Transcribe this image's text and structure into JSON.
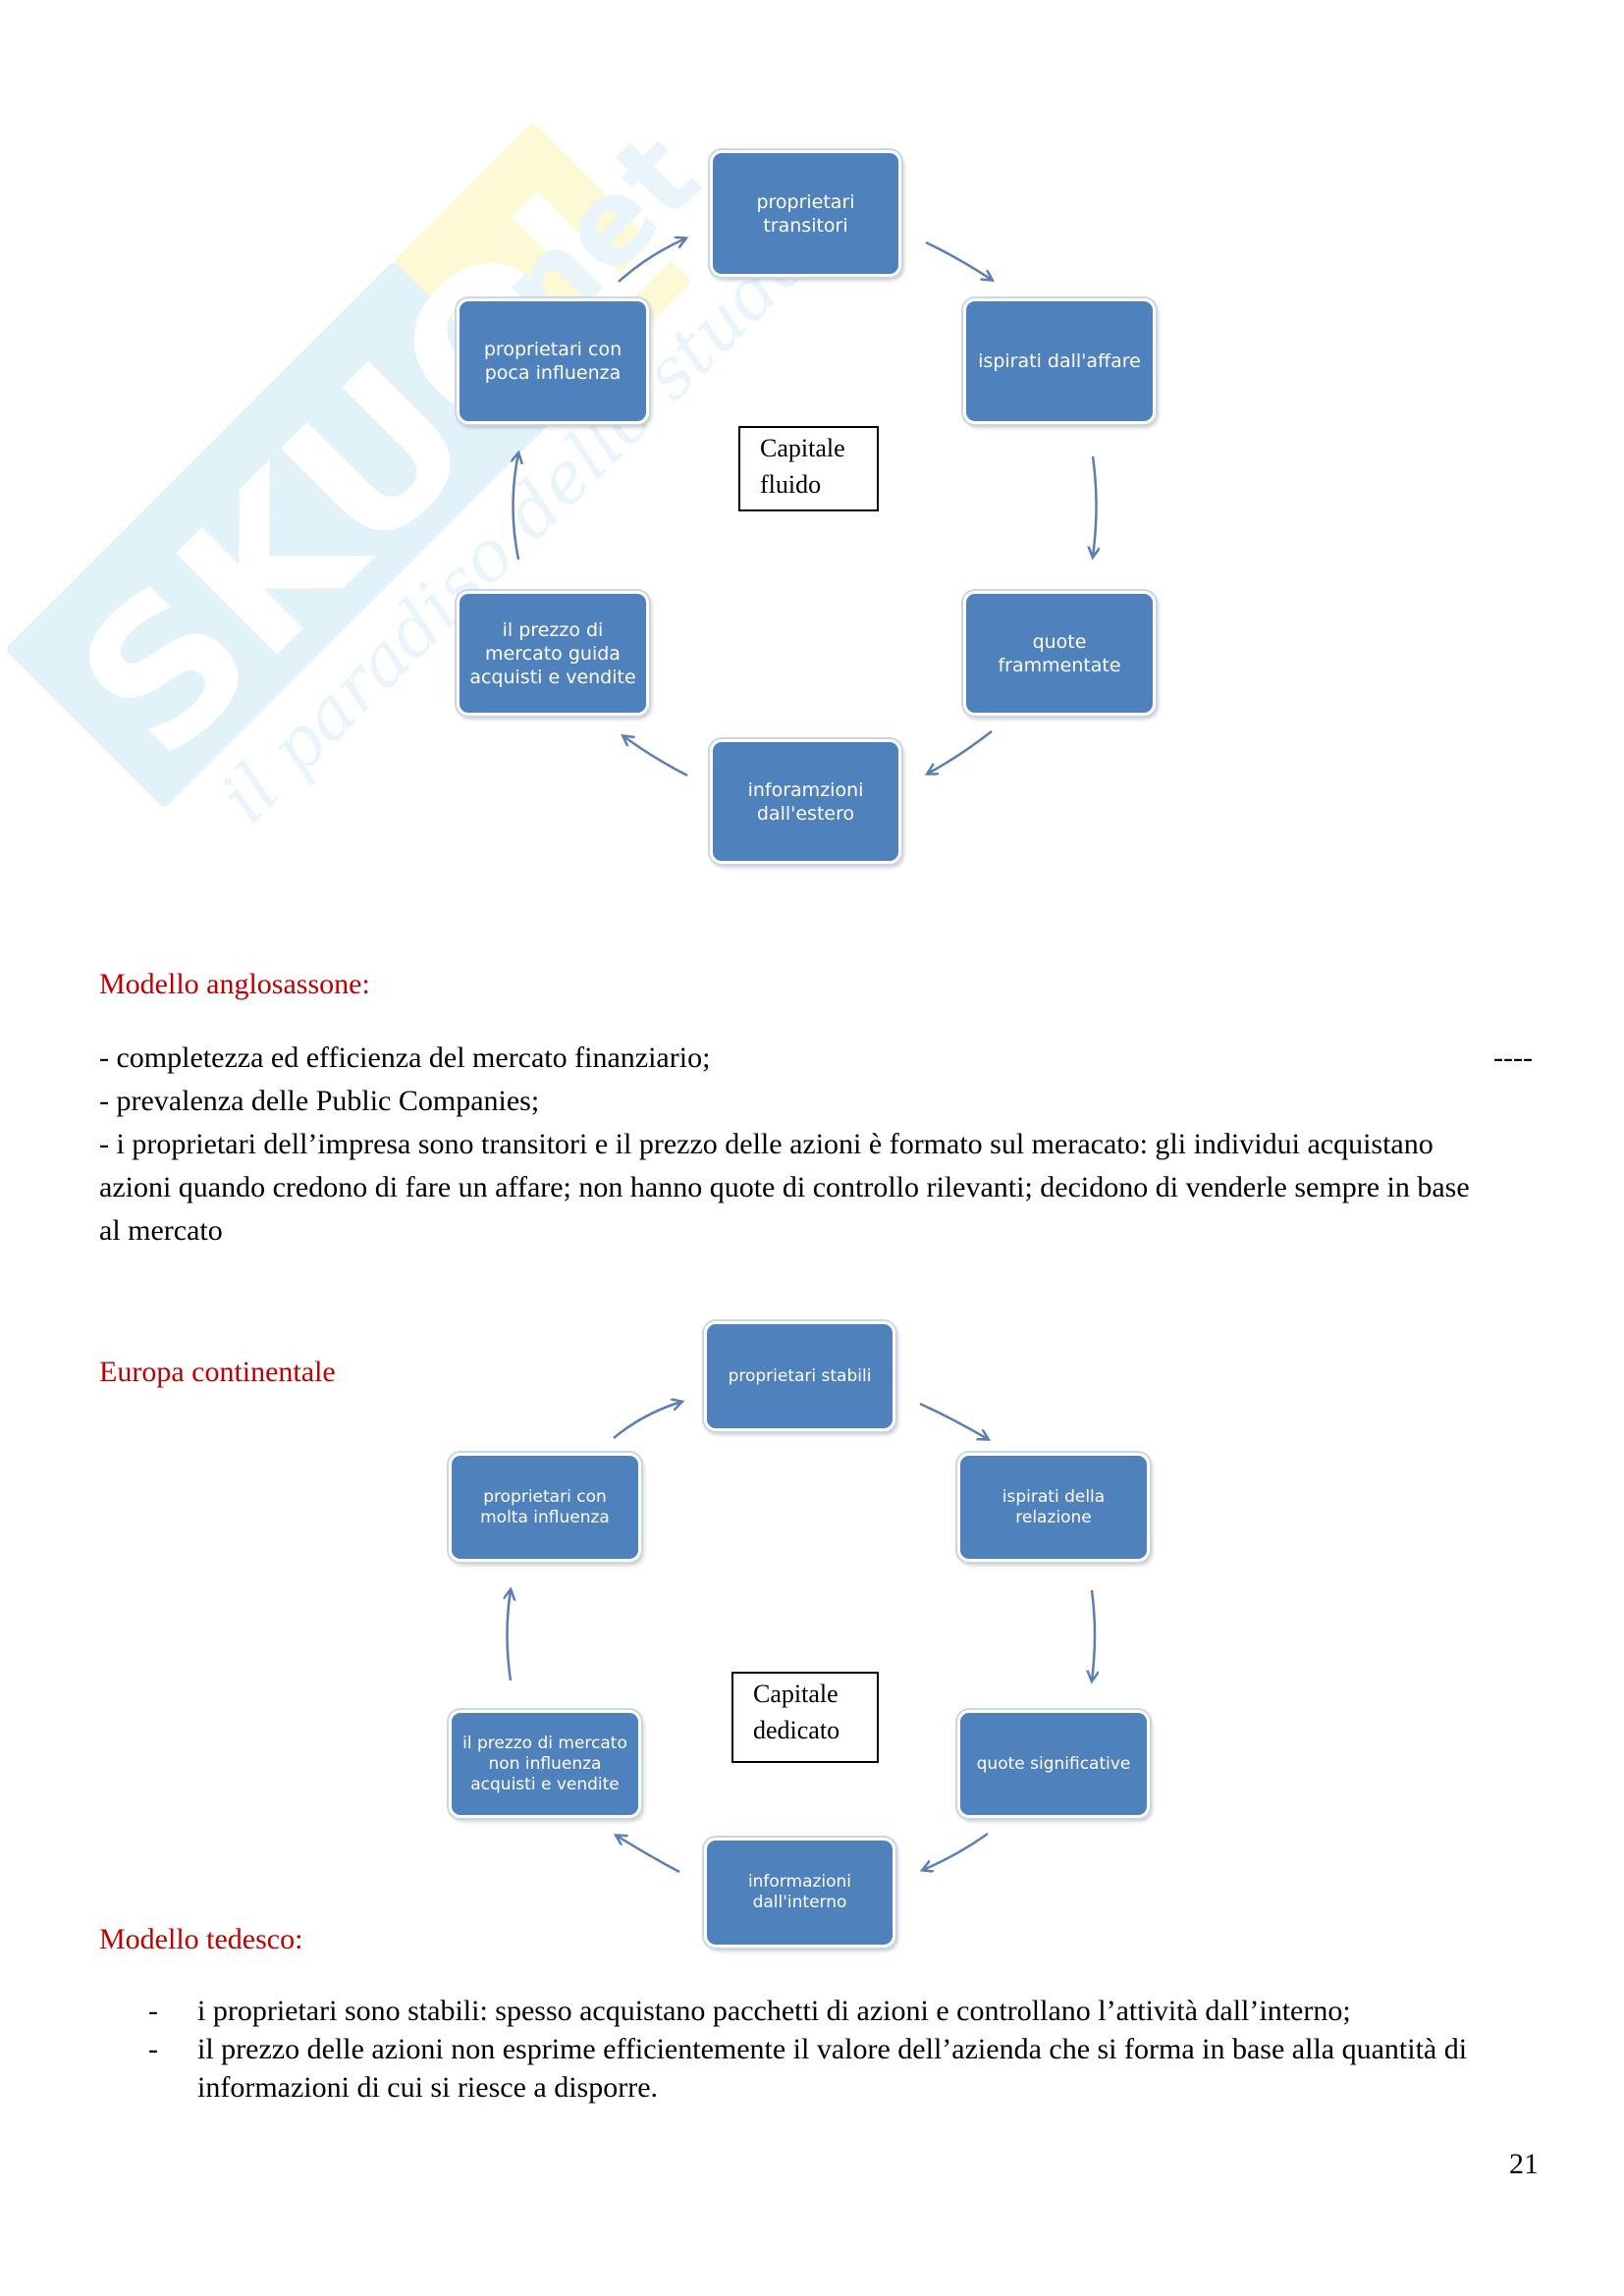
{
  "watermark": {
    "brand": "SKUOLA",
    "domain": ".net",
    "tagline": "il paradiso dello studente"
  },
  "diagram1": {
    "center": "Capitale fluido",
    "nodes": [
      "proprietari transitori",
      "ispirati dall'affare",
      "quote frammentate",
      "inforamzioni dall'estero",
      "il prezzo di mercato guida acquisti e vendite",
      "proprietari con poca influenza"
    ]
  },
  "section1": {
    "heading": "Modello anglosassone:",
    "lines": [
      "- completezza ed efficienza del mercato finanziario;",
      "- prevalenza delle Public Companies;",
      "- i proprietari dell’impresa sono transitori e il prezzo delle azioni è formato sul meracato: gli individui acquistano azioni quando credono di fare un affare; non hanno quote di controllo rilevanti; decidono di venderle sempre in base al mercato"
    ],
    "trailing_dashes": "----"
  },
  "section2": {
    "heading": "Europa continentale"
  },
  "diagram2": {
    "center": "Capitale dedicato",
    "nodes": [
      "proprietari stabili",
      "ispirati della relazione",
      "quote significative",
      "informazioni dall'interno",
      "il prezzo di mercato non influenza acquisti e vendite",
      "proprietari con molta influenza"
    ]
  },
  "section3": {
    "heading": "Modello tedesco:",
    "bullet_mark": "-",
    "bullets": [
      "i proprietari sono stabili: spesso acquistano pacchetti di azioni e controllano l’attività dall’interno;",
      "il prezzo delle azioni non esprime efficientemente il valore dell’azienda che si forma in base alla quantità di informazioni di cui si riesce a disporre."
    ]
  },
  "page_number": "21",
  "colors": {
    "node_fill": "#4f81bd",
    "arrow": "#5b7fb0",
    "heading_red": "#c00000"
  }
}
